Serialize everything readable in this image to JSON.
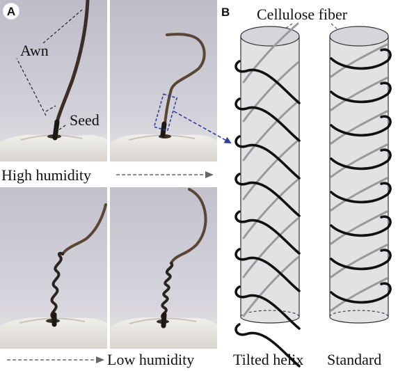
{
  "panel_a": {
    "letter": "A",
    "label_awn": "Awn",
    "label_seed": "Seed",
    "caption_high": "High humidity",
    "caption_low": "Low humidity"
  },
  "panel_b": {
    "letter": "B",
    "label_fiber": "Cellulose fiber",
    "label_tilted": "Tilted helix",
    "label_standard": "Standard"
  },
  "colors": {
    "accent_arrow": "#2f3f9f",
    "photo_background": "#c9c8d2",
    "cylinder_fill": "#e0e0e2",
    "fiber_front": "#111111",
    "fiber_back": "#9a9a9a"
  }
}
